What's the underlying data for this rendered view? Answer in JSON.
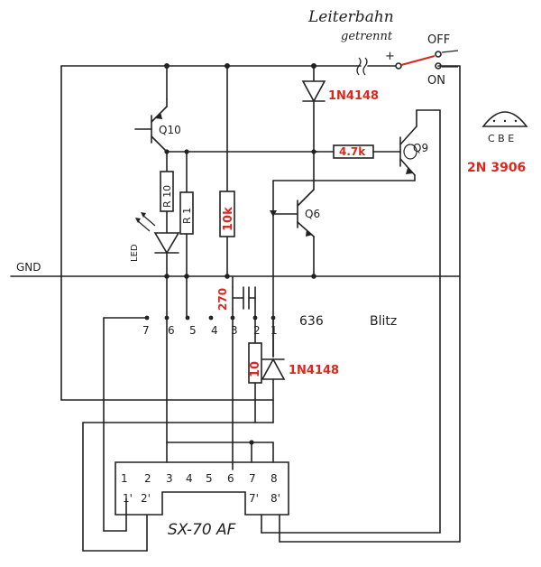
{
  "title": {
    "line1": "Leiterbahn",
    "line2": "getrennt"
  },
  "switch": {
    "plus": "+",
    "off": "OFF",
    "on": "ON"
  },
  "transistor_pinout": {
    "pins": "C B E",
    "part": "2N 3906"
  },
  "components": {
    "q10": "Q10",
    "q6": "Q6",
    "q9": "Q9",
    "r10": "R 10",
    "r1": "R 1",
    "r_10k": "10k",
    "r_4k7": "4.7k",
    "r_10": "10",
    "c_270": "270",
    "d_top": "1N4148",
    "d_bottom": "1N4148",
    "led": "LED"
  },
  "labels": {
    "gnd": "GND",
    "chip": "636",
    "blitz": "Blitz",
    "connector": "SX-70 AF"
  },
  "pins_upper": [
    "7",
    "6",
    "5",
    "4",
    "3",
    "2",
    "1"
  ],
  "connector_pins_top": [
    "1",
    "2",
    "3",
    "4",
    "5",
    "6",
    "7",
    "8"
  ],
  "connector_pins_bottom": [
    "1'",
    "2'",
    "7'",
    "8'"
  ]
}
